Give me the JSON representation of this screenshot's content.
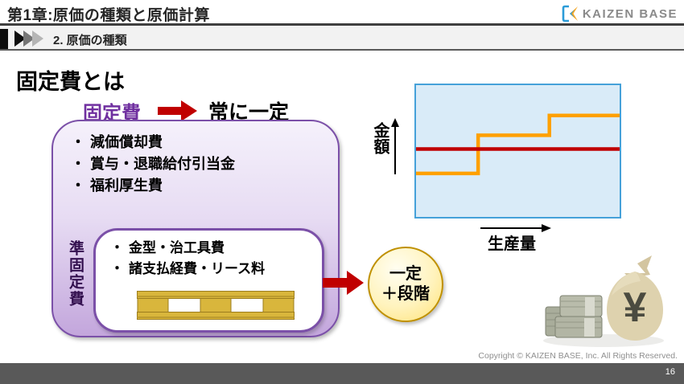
{
  "header": {
    "title": "第1章:原価の種類と原価計算",
    "logo": {
      "brand": "KAIZEN BASE"
    }
  },
  "breadcrumb": {
    "label": "2. 原価の種類"
  },
  "main": {
    "page_title": "固定費とは",
    "relation": {
      "term": "固定費",
      "result": "常に一定"
    },
    "fixed_box": {
      "items": [
        "減価償却費",
        "賞与・退職給付引当金",
        "福利厚生費"
      ],
      "semi_fixed": {
        "vertical_label": "準固定費",
        "items": [
          "金型・治工具費",
          "諸支払経費・リース料"
        ]
      }
    },
    "result_circle": {
      "line1": "一定",
      "line2": "＋段階"
    },
    "money_bag": {
      "symbol": "¥"
    }
  },
  "chart": {
    "y_label": "金額",
    "x_label": "生産量"
  },
  "chart_data": {
    "type": "line",
    "title": "",
    "xlabel": "生産量",
    "ylabel": "金額",
    "x_range_pct": [
      0,
      100
    ],
    "y_range_pct": [
      0,
      100
    ],
    "axis_ticks": "none",
    "grid": false,
    "legend": "none",
    "series": [
      {
        "name": "準固定費(段階)",
        "color": "#ffa000",
        "x": [
          0,
          30.5,
          30.5,
          65.5,
          65.5,
          100
        ],
        "y": [
          33,
          33,
          62,
          62,
          77,
          77
        ]
      },
      {
        "name": "固定費(常に一定)",
        "color": "#c00000",
        "x": [
          0,
          100
        ],
        "y": [
          51.5,
          51.5
        ]
      }
    ]
  },
  "footer": {
    "copyright": "Copyright ©  KAIZEN BASE, Inc.  All Rights Reserved.",
    "page_number": "16"
  },
  "colors": {
    "accent_purple": "#7030a0",
    "accent_red": "#c00000",
    "step_orange": "#ffa000",
    "chart_bg": "#d9ebf8",
    "chart_border": "#45a1d9",
    "circle_border": "#bf9000",
    "pallet_gold": "#d9b63c",
    "footer_bar": "#595959"
  }
}
